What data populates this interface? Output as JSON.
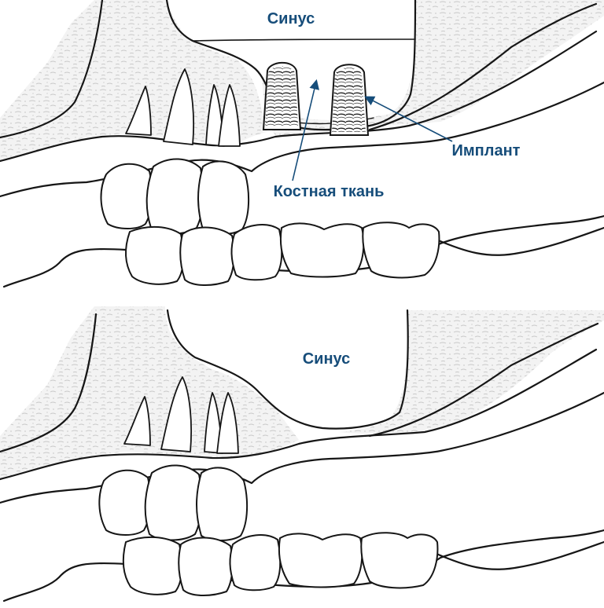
{
  "top_panel": {
    "sinus_label": "Синус",
    "implant_label": "Имплант",
    "bone_label": "Костная ткань"
  },
  "bottom_panel": {
    "sinus_label": "Синус"
  },
  "colors": {
    "label": "#164d7a",
    "outline": "#161616",
    "bone_texture": "#c8c8c8"
  }
}
